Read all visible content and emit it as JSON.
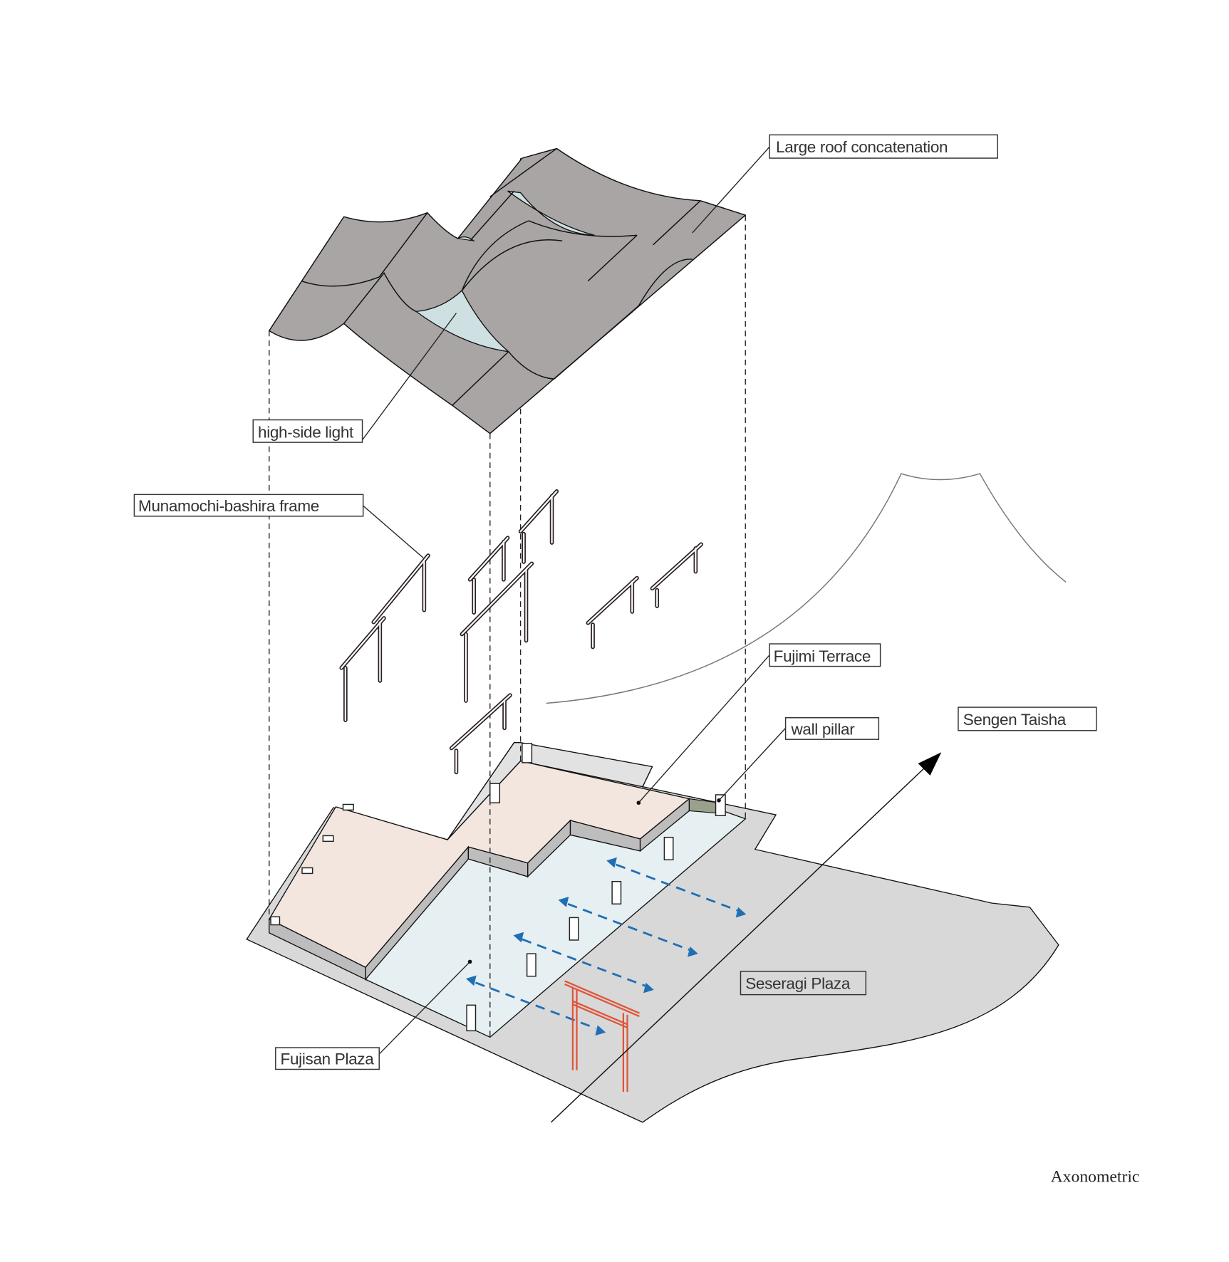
{
  "labels": {
    "large_roof": "Large roof concatenation",
    "high_side_light": "high-side light",
    "munamochi": "Munamochi-bashira frame",
    "fujimi_terrace": "Fujimi Terrace",
    "wall_pillar": "wall pillar",
    "sengen_taisha": "Sengen Taisha",
    "seseragi_plaza": "Seseragi Plaza",
    "fujisan_plaza": "Fujisan Plaza"
  },
  "caption": "Axonometric",
  "colors": {
    "roof": "#a8a5a4",
    "skylight": "#cfe0e3",
    "terrace": "#f2e6df",
    "plaza": "#e6eff1",
    "ground": "#d8d8d8",
    "flow_arrows": "#1f6fb5",
    "torii": "#e0543a"
  }
}
